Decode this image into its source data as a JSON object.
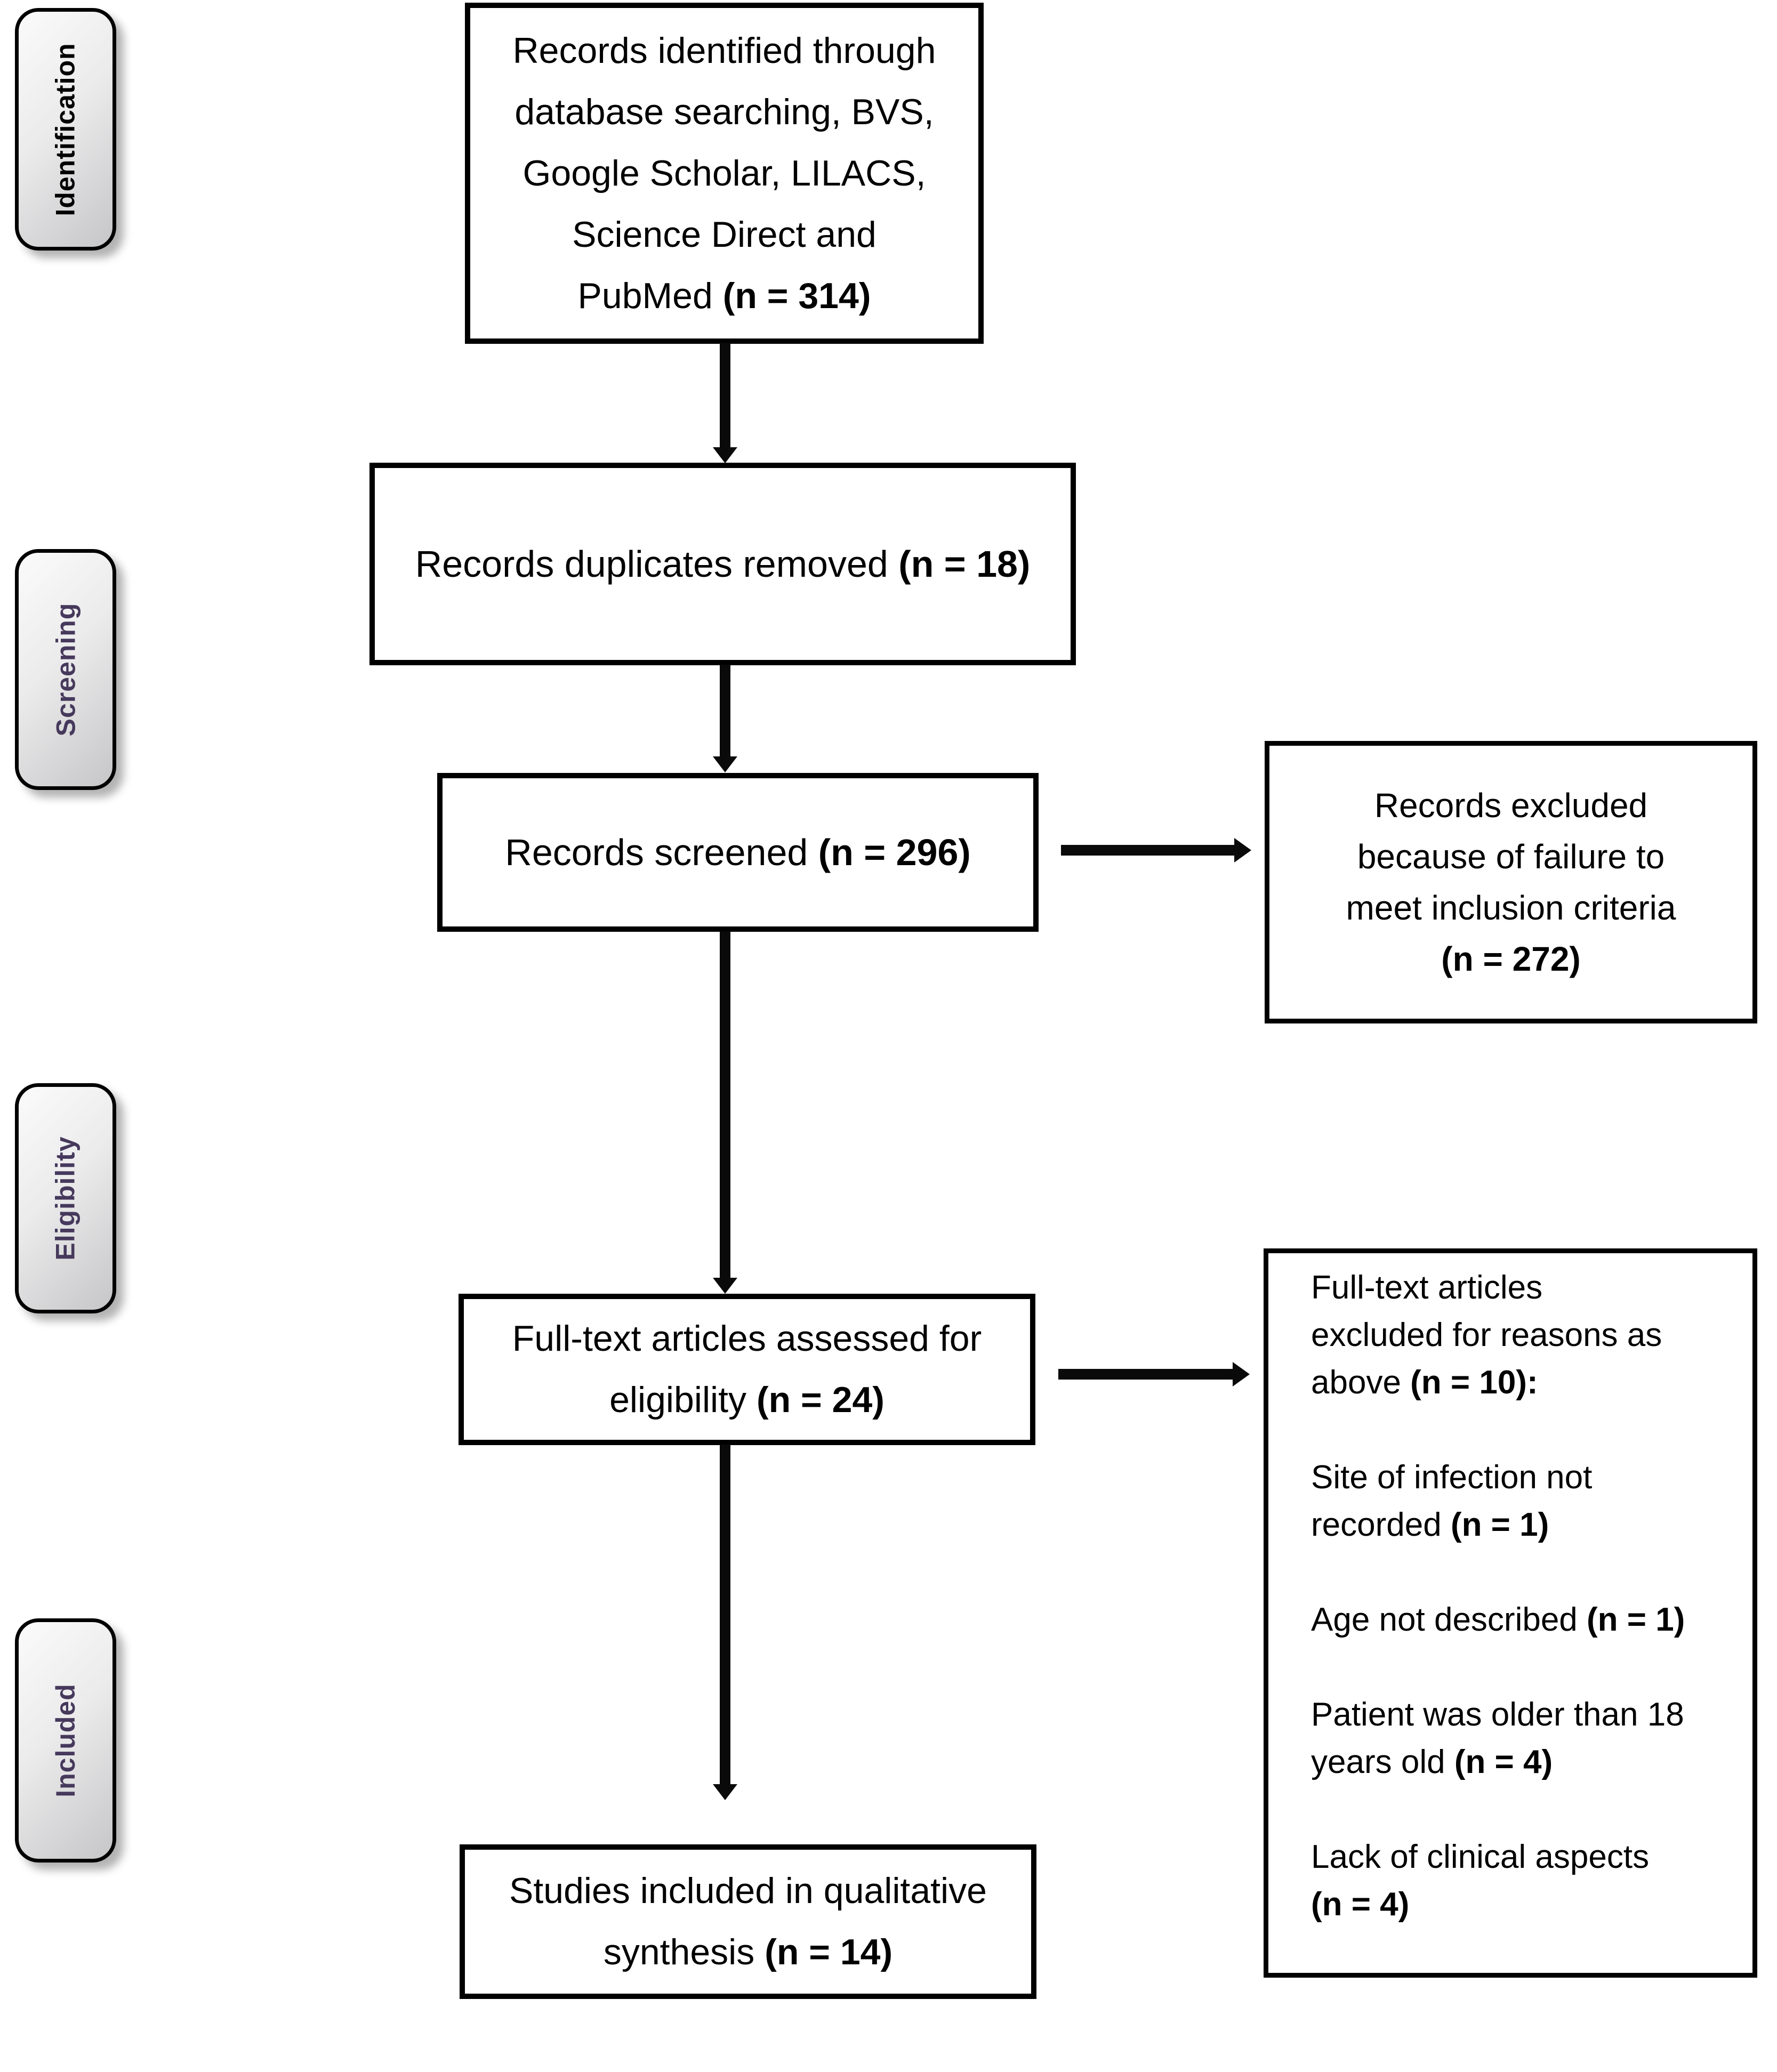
{
  "colors": {
    "purple": "#46395C",
    "black": "#000000",
    "box_border": "#000000",
    "arrow": "#0a0a0a",
    "stage_fill_light": "#fbfbfb",
    "stage_fill_dark": "#c6c6c8"
  },
  "stages": [
    {
      "label": "Identification",
      "color": "black"
    },
    {
      "label": "Screening",
      "color": "purple"
    },
    {
      "label": "Eligibility",
      "color": "purple"
    },
    {
      "label": "Included",
      "color": "purple"
    }
  ],
  "flow_boxes": {
    "identified": {
      "lines": [
        [
          {
            "t": "Records identified through"
          }
        ],
        [
          {
            "t": "database searching, BVS,"
          }
        ],
        [
          {
            "t": "Google Scholar, LILACS,"
          }
        ],
        [
          {
            "t": "Science Direct and"
          }
        ],
        [
          {
            "t": "PubMed "
          },
          {
            "t": "(n = 314)",
            "b": true
          }
        ]
      ]
    },
    "duplicates": {
      "lines": [
        [
          {
            "t": "Records duplicates removed "
          },
          {
            "t": "(n = 18)",
            "b": true
          }
        ]
      ]
    },
    "screened": {
      "lines": [
        [
          {
            "t": "Records screened "
          },
          {
            "t": "(n = 296)",
            "b": true
          }
        ]
      ]
    },
    "assessed": {
      "lines": [
        [
          {
            "t": "Full-text articles assessed for"
          }
        ],
        [
          {
            "t": "eligibility "
          },
          {
            "t": "(n = 24)",
            "b": true
          }
        ]
      ]
    },
    "included_studies": {
      "lines": [
        [
          {
            "t": "Studies included in qualitative"
          }
        ],
        [
          {
            "t": "synthesis "
          },
          {
            "t": "(n = 14)",
            "b": true
          }
        ]
      ]
    },
    "excluded": {
      "lines": [
        [
          {
            "t": "Records excluded"
          }
        ],
        [
          {
            "t": "because of failure to"
          }
        ],
        [
          {
            "t": "meet inclusion criteria"
          }
        ],
        [
          {
            "t": "(n = 272)",
            "b": true
          }
        ]
      ]
    },
    "ft_excluded": {
      "lines": [
        [
          {
            "t": "Full-text articles"
          }
        ],
        [
          {
            "t": "excluded for reasons as"
          }
        ],
        [
          {
            "t": "above "
          },
          {
            "t": "(n = 10):",
            "b": true
          }
        ],
        [],
        [
          {
            "t": "Site of infection not"
          }
        ],
        [
          {
            "t": "recorded "
          },
          {
            "t": "(n = 1)",
            "b": true
          }
        ],
        [],
        [
          {
            "t": "Age not described "
          },
          {
            "t": "(n = 1)",
            "b": true
          }
        ],
        [],
        [
          {
            "t": "Patient was older than 18"
          }
        ],
        [
          {
            "t": "years old "
          },
          {
            "t": "(n = 4)",
            "b": true
          }
        ],
        [],
        [
          {
            "t": "Lack of clinical aspects"
          }
        ],
        [
          {
            "t": "(n = 4)",
            "b": true
          }
        ]
      ]
    }
  }
}
